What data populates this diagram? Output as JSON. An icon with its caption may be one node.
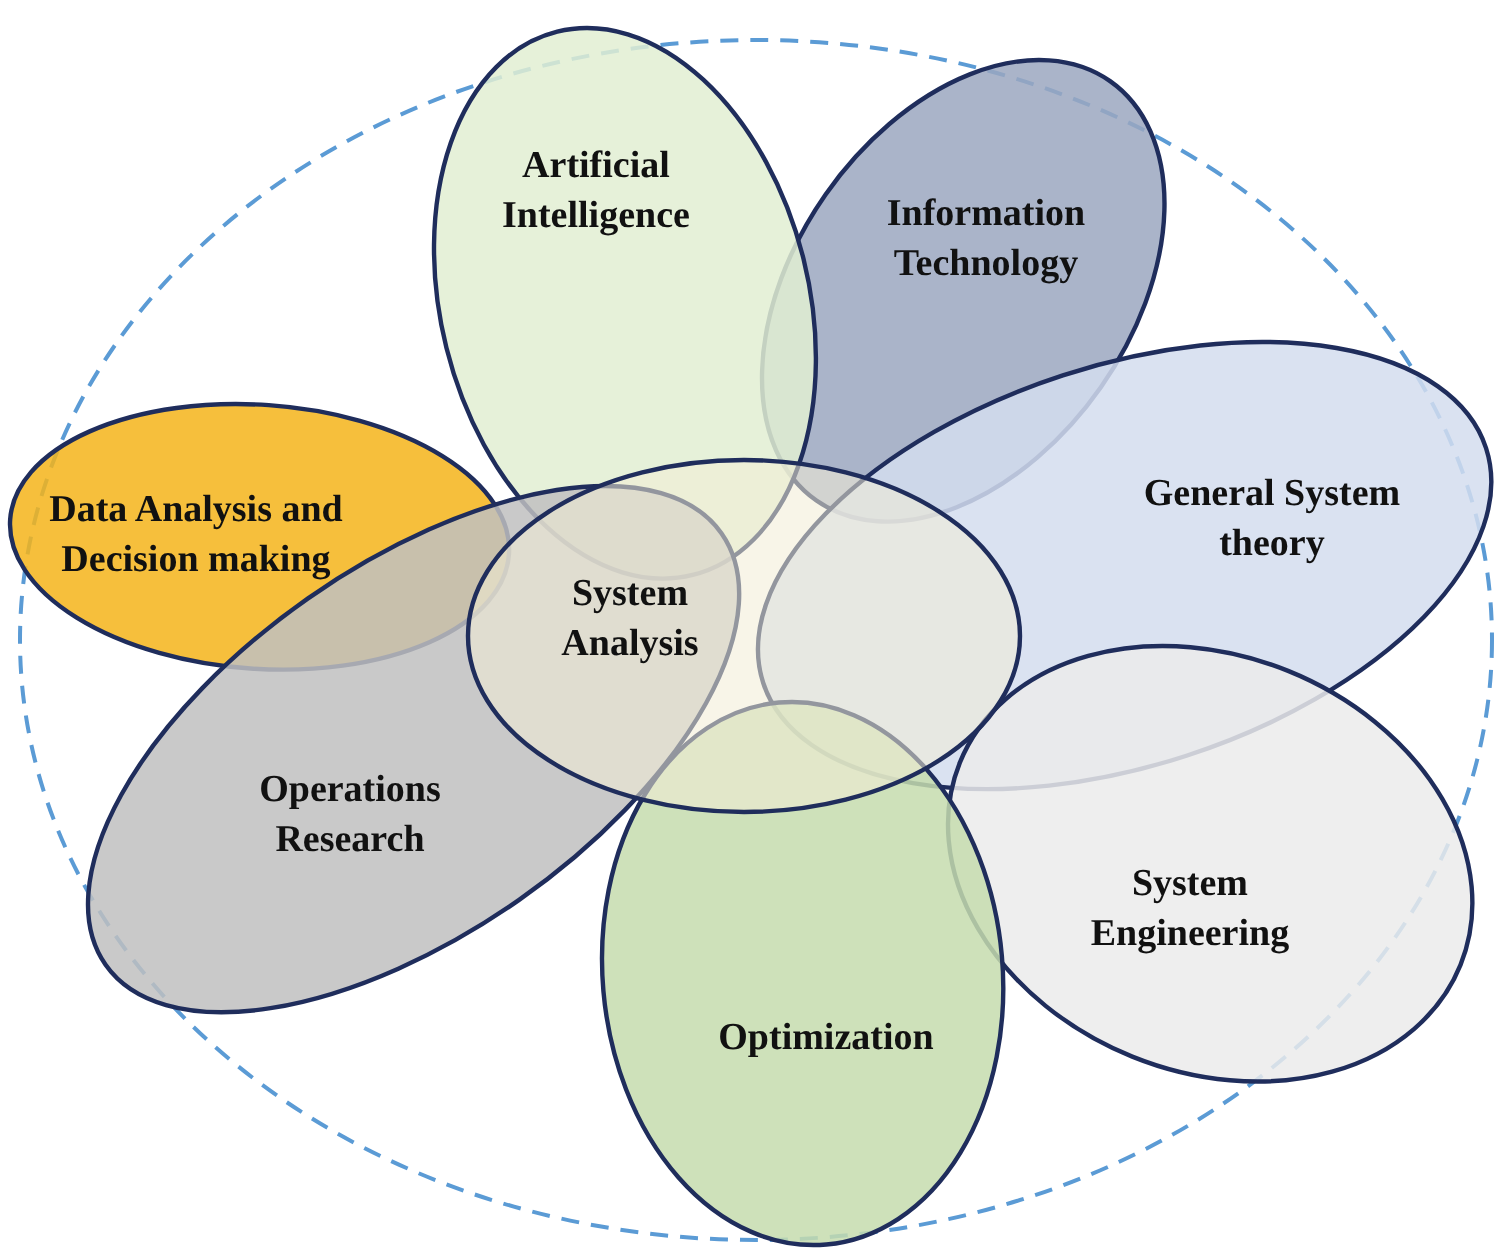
{
  "diagram": {
    "nodes": [
      {
        "text": [
          "Artificial Intelligence"
        ]
      },
      {
        "text": [
          "Information Technology"
        ]
      },
      {
        "text": [
          "Data Analysis and Decision making"
        ]
      },
      {
        "text": [
          "General System theory"
        ]
      },
      {
        "text": [
          "System Analysis"
        ]
      },
      {
        "text": [
          "Operations Research"
        ]
      },
      {
        "text": [
          "System Engineering"
        ]
      },
      {
        "text": [
          "Optimization"
        ]
      }
    ]
  }
}
